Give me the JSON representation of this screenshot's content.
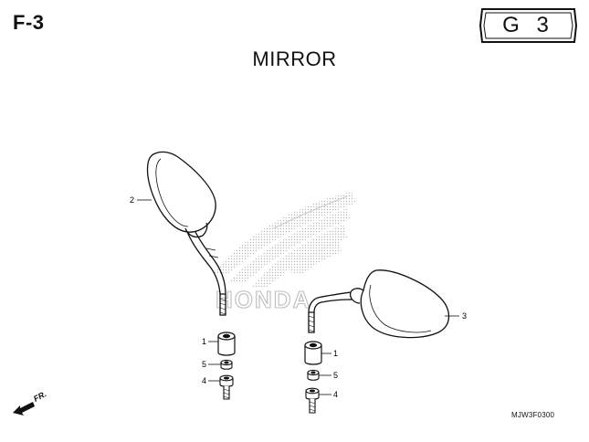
{
  "header": {
    "page_ref": "F-3",
    "section_code": "G 3",
    "title": "MIRROR"
  },
  "footer": {
    "diagram_code": "MJW3F0300",
    "direction_label": "FR."
  },
  "watermark": {
    "brand_text": "HONDA"
  },
  "callouts": [
    {
      "id": "c2",
      "label": "2"
    },
    {
      "id": "c3",
      "label": "3"
    },
    {
      "id": "c1l",
      "label": "1"
    },
    {
      "id": "c5l",
      "label": "5"
    },
    {
      "id": "c4l",
      "label": "4"
    },
    {
      "id": "c1r",
      "label": "1"
    },
    {
      "id": "c5r",
      "label": "5"
    },
    {
      "id": "c4r",
      "label": "4"
    }
  ],
  "colors": {
    "ink": "#111111",
    "watermark": "#bdbdbd"
  }
}
